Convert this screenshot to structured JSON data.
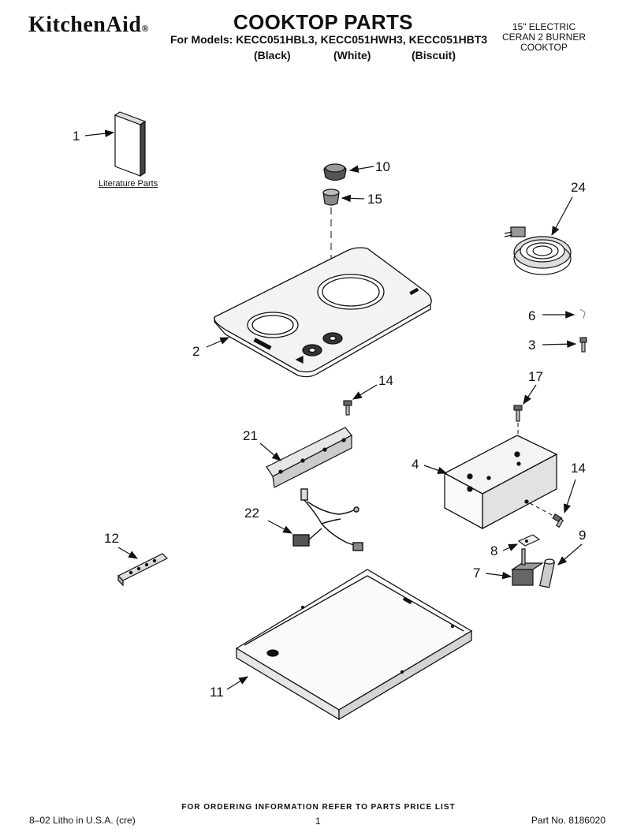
{
  "header": {
    "brand": "KitchenAid",
    "brand_mark": "®",
    "title": "COOKTOP PARTS",
    "models": "For Models: KECC051HBL3, KECC051HWH3, KECC051HBT3",
    "colors": [
      "(Black)",
      "(White)",
      "(Biscuit)"
    ],
    "side_lines": [
      "15\" ELECTRIC",
      "CERAN 2 BURNER",
      "COOKTOP"
    ]
  },
  "diagram": {
    "literature_label": "Literature Parts",
    "callouts": [
      "1",
      "10",
      "15",
      "24",
      "2",
      "6",
      "3",
      "14",
      "17",
      "21",
      "4",
      "14",
      "22",
      "12",
      "8",
      "9",
      "7",
      "11"
    ]
  },
  "footer": {
    "ordering": "FOR ORDERING INFORMATION REFER TO PARTS PRICE LIST",
    "litho": "8–02 Litho in U.S.A. (cre)",
    "page": "1",
    "part_no": "Part No. 8186020"
  }
}
